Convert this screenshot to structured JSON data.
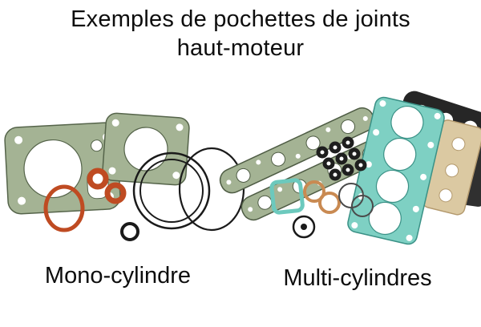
{
  "title": {
    "line1": "Exemples de pochettes de joints",
    "line2": "haut-moteur"
  },
  "labels": {
    "mono": "Mono-cylindre",
    "multi": "Multi-cylindres"
  },
  "colors": {
    "background": "#ffffff",
    "text": "#0d0d0d",
    "gasket_green": "#a4b394",
    "gasket_green_outline": "#55644a",
    "gasket_teal": "#7ed0c3",
    "gasket_teal_outline": "#3a9186",
    "oring_orange": "#bf4b22",
    "oring_tan": "#c98a52",
    "rubber_black": "#262626",
    "paper_cream": "#dbc9a2",
    "ring_black": "#1a1a1a"
  }
}
